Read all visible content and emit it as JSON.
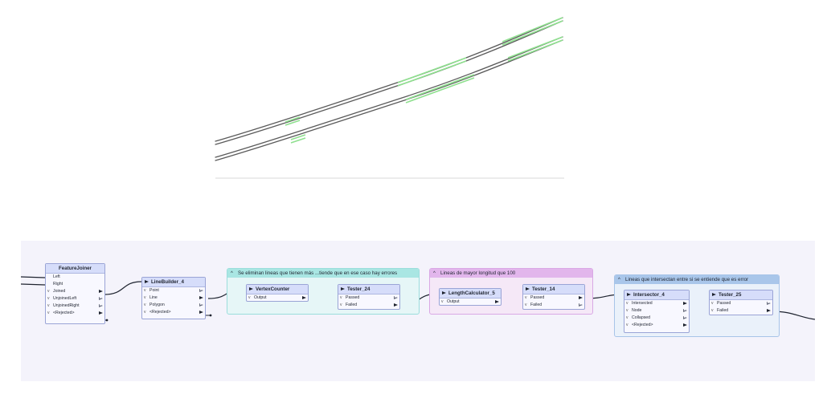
{
  "bookmarks": [
    {
      "title": "Se eliminan lineas que tienen más ...tiende que en ese caso hay errores",
      "color": "#7fd9d6"
    },
    {
      "title": "Lineas de mayor longitud que 100",
      "color": "#d99be6"
    },
    {
      "title": "Lineas que intersectan entre si se entiende que es error",
      "color": "#8fb7e3"
    }
  ],
  "transformers": {
    "feature_joiner": {
      "title": "FeatureJoiner",
      "inputs": [
        "Left",
        "Right"
      ],
      "outputs": [
        "Joined",
        "UnjoinedLeft",
        "UnjoinedRight",
        "<Rejected>"
      ]
    },
    "line_builder": {
      "title": "LineBuilder_4",
      "ports": [
        "Point",
        "Line",
        "Polygon",
        "<Rejected>"
      ]
    },
    "vertex_counter": {
      "title": "VertexCounter",
      "ports": [
        "Output"
      ]
    },
    "tester_24": {
      "title": "Tester_24",
      "ports": [
        "Passed",
        "Failed"
      ]
    },
    "length_calculator": {
      "title": "LengthCalculator_5",
      "ports": [
        "Output"
      ]
    },
    "tester_14": {
      "title": "Tester_14",
      "ports": [
        "Passed",
        "Failed"
      ]
    },
    "intersector": {
      "title": "Intersector_4",
      "ports": [
        "Intersected",
        "Node",
        "Collapsed",
        "<Rejected>"
      ]
    },
    "tester_25": {
      "title": "Tester_25",
      "ports": [
        "Passed",
        "Failed"
      ]
    }
  },
  "colors": {
    "line_dark": "#5a5a5a",
    "line_highlight": "#8fe08f",
    "node_header": "#d6ddfa",
    "canvas_bg": "#f4f3fb"
  }
}
